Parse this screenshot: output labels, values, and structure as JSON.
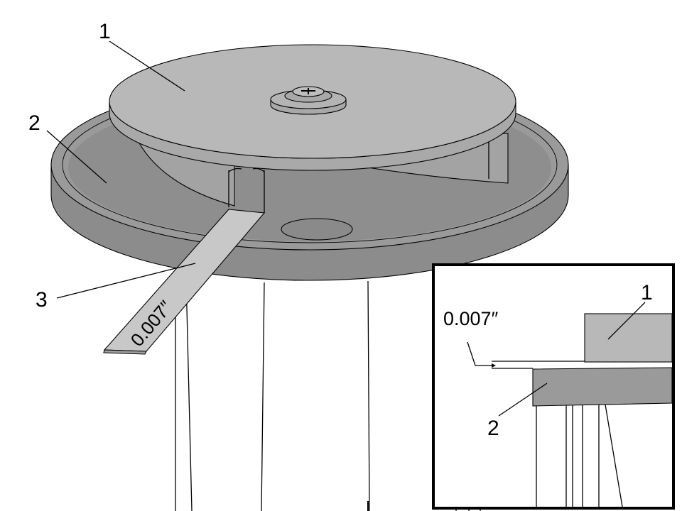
{
  "labels": {
    "part1": "1",
    "part2": "2",
    "part3": "3",
    "gauge_marking": "0.007″"
  },
  "inset": {
    "part1": "1",
    "part2": "2",
    "gap_dimension": "0.007″"
  },
  "colors": {
    "disc_top": "#b8b8b8",
    "disc_side": "#a9a9a9",
    "base_top": "#9a9a9a",
    "base_side": "#8c8c8c",
    "gauge": "#c8c8c8",
    "line": "#000000",
    "background": "#ffffff"
  }
}
